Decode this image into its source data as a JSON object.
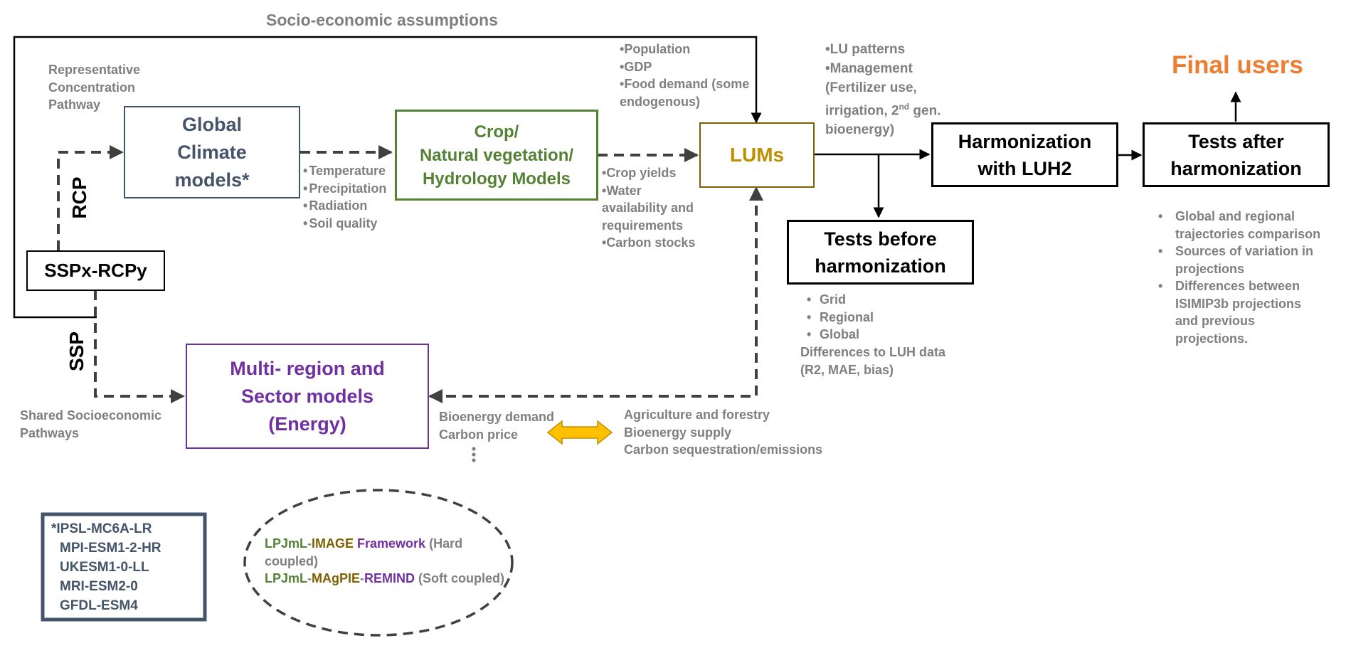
{
  "socio_title": "Socio-economic assumptions",
  "rcp_caption": [
    "Representative",
    "Concentration",
    "Pathway"
  ],
  "ssp_caption": [
    "Shared Socioeconomic",
    "Pathways"
  ],
  "rcp_label": "RCP",
  "ssp_label": "SSP",
  "boxes": {
    "gcm": [
      "Global",
      "Climate",
      "models*"
    ],
    "crop": [
      "Crop/",
      "Natural vegetation/",
      "Hydrology Models"
    ],
    "lums": "LUMs",
    "ssprcp": "SSPx-RCPy",
    "harmon": [
      "Harmonization",
      "with LUH2"
    ],
    "tests_after": [
      "Tests after",
      "harmonization"
    ],
    "tests_before": [
      "Tests before",
      "harmonization"
    ],
    "multi": [
      "Multi- region and",
      "Sector models",
      "(Energy)"
    ]
  },
  "final_users": "Final users",
  "climate_vars": [
    "Temperature",
    "Precipitation",
    "Radiation",
    "Soil quality"
  ],
  "socio_vars": [
    "Population",
    "GDP",
    "Food demand (some",
    "endogenous)"
  ],
  "crop_outputs": [
    "Crop yields",
    "Water",
    "availability and",
    "requirements",
    "Carbon stocks"
  ],
  "lu_outputs": [
    "LU patterns",
    "Management",
    "(Fertilizer use,",
    "irrigation, 2",
    "nd",
    " gen.",
    "bioenergy)"
  ],
  "tests_before_items": [
    "Grid",
    "Regional",
    "Global"
  ],
  "tests_before_extra": [
    "Differences to LUH data",
    "(R2, MAE, bias)"
  ],
  "tests_after_items": [
    [
      "Global and regional",
      "trajectories comparison"
    ],
    [
      "Sources of variation in",
      "projections"
    ],
    [
      "Differences between",
      "ISIMIP3b projections",
      "and previous",
      "projections."
    ]
  ],
  "bioenergy_left": [
    "Bioenergy demand",
    "Carbon price"
  ],
  "bioenergy_right": [
    "Agriculture and forestry",
    "Bioenergy supply",
    "Carbon sequestration/emissions"
  ],
  "gcm_list": [
    "*IPSL-MC6A-LR",
    "MPI-ESM1-2-HR",
    "UKESM1-0-LL",
    "MRI-ESM2-0",
    "GFDL-ESM4"
  ],
  "frameworks": {
    "line1": {
      "a": "LPJmL",
      "sep": "-",
      "b": "IMAGE",
      "c": " Framework",
      "d": " (Hard"
    },
    "line1b": "coupled)",
    "line2": {
      "a": "LPJmL",
      "sep1": "-",
      "b": "MAgPIE",
      "sep2": "-",
      "c": "REMIND",
      "d": " (Soft coupled)"
    }
  },
  "colors": {
    "gcm": "#44546a",
    "crop": "#548235",
    "lums": "#7f6000",
    "lums_text": "#bf8f00",
    "multi": "#7030a0",
    "final": "#ed7d31",
    "arrow_double": "#ffc000",
    "gray": "#7f7f7f"
  }
}
